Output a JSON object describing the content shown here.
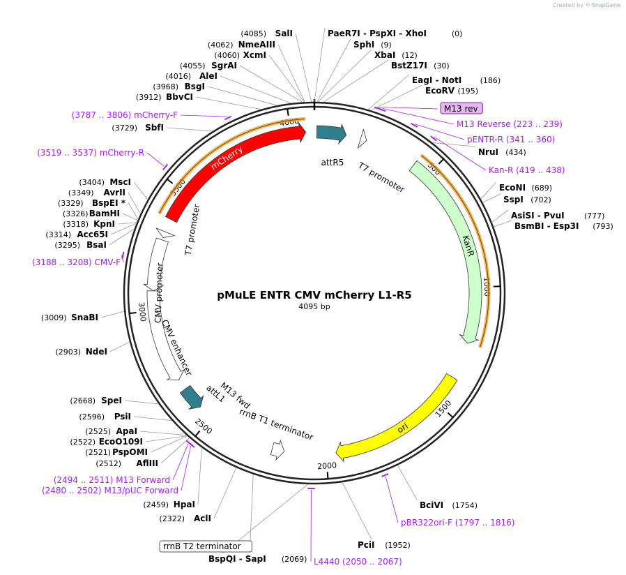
{
  "credit": {
    "created_by": "Created by",
    "app": "SnapGene"
  },
  "plasmid": {
    "name": "pMuLE ENTR CMV mCherry L1-R5",
    "length_label": "4095 bp",
    "length": 4095
  },
  "ticks": [
    {
      "pos": 500,
      "label": "500"
    },
    {
      "pos": 1000,
      "label": "1000"
    },
    {
      "pos": 1500,
      "label": "1500"
    },
    {
      "pos": 2000,
      "label": "2000"
    },
    {
      "pos": 2500,
      "label": "2500"
    },
    {
      "pos": 3000,
      "label": "3000"
    },
    {
      "pos": 3500,
      "label": "3500"
    },
    {
      "pos": 4000,
      "label": "4000"
    }
  ],
  "features": [
    {
      "name": "mCherry",
      "start": 3380,
      "end": 4060,
      "dir": 1,
      "color": "#ff0000",
      "label_inside": true,
      "highlight": true
    },
    {
      "name": "attR5",
      "start": 10,
      "end": 130,
      "dir": 1,
      "color": "#2f7f8f",
      "label_outside": true
    },
    {
      "name": "T7 promoter",
      "start": 190,
      "end": 215,
      "dir": 1,
      "color": "#ffffff"
    },
    {
      "name": "KanR",
      "start": 430,
      "end": 1230,
      "dir": 1,
      "color": "#ccffcc",
      "label_inside": true,
      "highlight": true
    },
    {
      "name": "ori",
      "start": 1380,
      "end": 1960,
      "dir": 1,
      "color": "#ffff00",
      "label_inside": true
    },
    {
      "name": "rrnB T1 terminator",
      "start": 2170,
      "end": 2220,
      "dir": -1,
      "color": "#ffffff"
    },
    {
      "name": "attL1",
      "start": 2560,
      "end": 2655,
      "dir": -1,
      "color": "#2f7f8f"
    },
    {
      "name": "CMV enhancer",
      "start": 2700,
      "end": 3080,
      "dir": -1,
      "color": "#ffffff"
    },
    {
      "name": "CMV promoter",
      "start": 3080,
      "end": 3290,
      "dir": -1,
      "color": "#ffffff"
    },
    {
      "name": "T7 promoter",
      "start": 3300,
      "end": 3325,
      "dir": -1,
      "color": "#ffffff"
    }
  ],
  "inner_labels": [
    {
      "text": "attR5"
    },
    {
      "text": "T7 promoter"
    },
    {
      "text": "T7 promoter"
    },
    {
      "text": "CMV promoter"
    },
    {
      "text": "CMV enhancer"
    },
    {
      "text": "M13 fwd"
    },
    {
      "text": "attL1"
    },
    {
      "text": "rrnB T1 terminator"
    }
  ],
  "sites_left": [
    {
      "name": "SalI",
      "pos_label": "(4085)",
      "pos": 4085
    },
    {
      "name": "NmeAIII",
      "pos_label": "(4062)",
      "pos": 4062
    },
    {
      "name": "XcmI",
      "pos_label": "(4060)",
      "pos": 4060
    },
    {
      "name": "SgrAI",
      "pos_label": "(4055)",
      "pos": 4055
    },
    {
      "name": "AleI",
      "pos_label": "(4016)",
      "pos": 4016
    },
    {
      "name": "BsgI",
      "pos_label": "(3968)",
      "pos": 3968
    },
    {
      "name": "BbvCI",
      "pos_label": "(3912)",
      "pos": 3912
    },
    {
      "name": "SbfI",
      "pos_label": "(3729)",
      "pos": 3729
    },
    {
      "name": "MscI",
      "pos_label": "(3404)",
      "pos": 3404
    },
    {
      "name": "AvrII",
      "pos_label": "(3349)",
      "pos": 3349
    },
    {
      "name": "BspEI *",
      "pos_label": "(3329)",
      "pos": 3329
    },
    {
      "name": "BamHI",
      "pos_label": "(3326)",
      "pos": 3326
    },
    {
      "name": "KpnI",
      "pos_label": "(3318)",
      "pos": 3318
    },
    {
      "name": "Acc65I",
      "pos_label": "(3314)",
      "pos": 3314
    },
    {
      "name": "BsaI",
      "pos_label": "(3295)",
      "pos": 3295
    },
    {
      "name": "SnaBI",
      "pos_label": "(3009)",
      "pos": 3009
    },
    {
      "name": "NdeI",
      "pos_label": "(2903)",
      "pos": 2903
    },
    {
      "name": "SpeI",
      "pos_label": "(2668)",
      "pos": 2668
    },
    {
      "name": "PsiI",
      "pos_label": "(2596)",
      "pos": 2596
    },
    {
      "name": "ApaI",
      "pos_label": "(2525)",
      "pos": 2525
    },
    {
      "name": "EcoO109I",
      "pos_label": "(2522)",
      "pos": 2522
    },
    {
      "name": "PspOMI",
      "pos_label": "(2521)",
      "pos": 2521
    },
    {
      "name": "AflIII",
      "pos_label": "(2512)",
      "pos": 2512
    },
    {
      "name": "HpaI",
      "pos_label": "(2459)",
      "pos": 2459
    },
    {
      "name": "AclI",
      "pos_label": "(2322)",
      "pos": 2322
    }
  ],
  "sites_right": [
    {
      "name": "PaeR7I  - PspXI  - XhoI",
      "pos_label": "(0)",
      "pos": 0
    },
    {
      "name": "SphI",
      "pos_label": "(9)",
      "pos": 9
    },
    {
      "name": "XbaI",
      "pos_label": "(12)",
      "pos": 12
    },
    {
      "name": "BstZ17I",
      "pos_label": "(30)",
      "pos": 30
    },
    {
      "name": "EagI  - NotI",
      "pos_label": "(186)",
      "pos": 186
    },
    {
      "name": "EcoRV",
      "pos_label": "(195)",
      "pos": 195
    },
    {
      "name": "NruI",
      "pos_label": "(434)",
      "pos": 434
    },
    {
      "name": "EcoNI",
      "pos_label": "(689)",
      "pos": 689
    },
    {
      "name": "SspI",
      "pos_label": "(702)",
      "pos": 702
    },
    {
      "name": "AsiSI  - PvuI",
      "pos_label": "(777)",
      "pos": 777
    },
    {
      "name": "BsmBI  - Esp3I",
      "pos_label": "(793)",
      "pos": 793
    },
    {
      "name": "BciVI",
      "pos_label": "(1754)",
      "pos": 1754
    },
    {
      "name": "PciI",
      "pos_label": "(1952)",
      "pos": 1952
    },
    {
      "name": "BspQI  - SapI",
      "pos_label": "(2069)",
      "pos": 2069
    }
  ],
  "primers": [
    {
      "name": "mCherry-F",
      "range": "(3787 .. 3806)",
      "pos": 3796
    },
    {
      "name": "mCherry-R",
      "range": "(3519 .. 3537)",
      "pos": 3528
    },
    {
      "name": "CMV-F",
      "range": "(3188 .. 3208)",
      "pos": 3198
    },
    {
      "name": "M13 Forward",
      "range": "(2494 .. 2511)",
      "pos": 2502
    },
    {
      "name": "M13/pUC Forward",
      "range": "(2480 .. 2502)",
      "pos": 2491
    },
    {
      "name": "L4440",
      "range": "(2050 .. 2067)",
      "pos": 2058
    },
    {
      "name": "pBR322ori-F",
      "range": "(1797 .. 1816)",
      "pos": 1806
    },
    {
      "name": "Kan-R",
      "range": "(419 .. 438)",
      "pos": 428
    },
    {
      "name": "pENTR-R",
      "range": "(341 .. 360)",
      "pos": 350
    },
    {
      "name": "M13 Reverse",
      "range": "(223 .. 239)",
      "pos": 231
    },
    {
      "name": "M13 rev",
      "range": "",
      "pos": 216
    }
  ],
  "boxed_label": {
    "text": "rrnB T2 terminator",
    "pos": 2260
  },
  "colors": {
    "primer": "#a020f0",
    "backbone": "#222222",
    "highlight": "#f0a030"
  }
}
